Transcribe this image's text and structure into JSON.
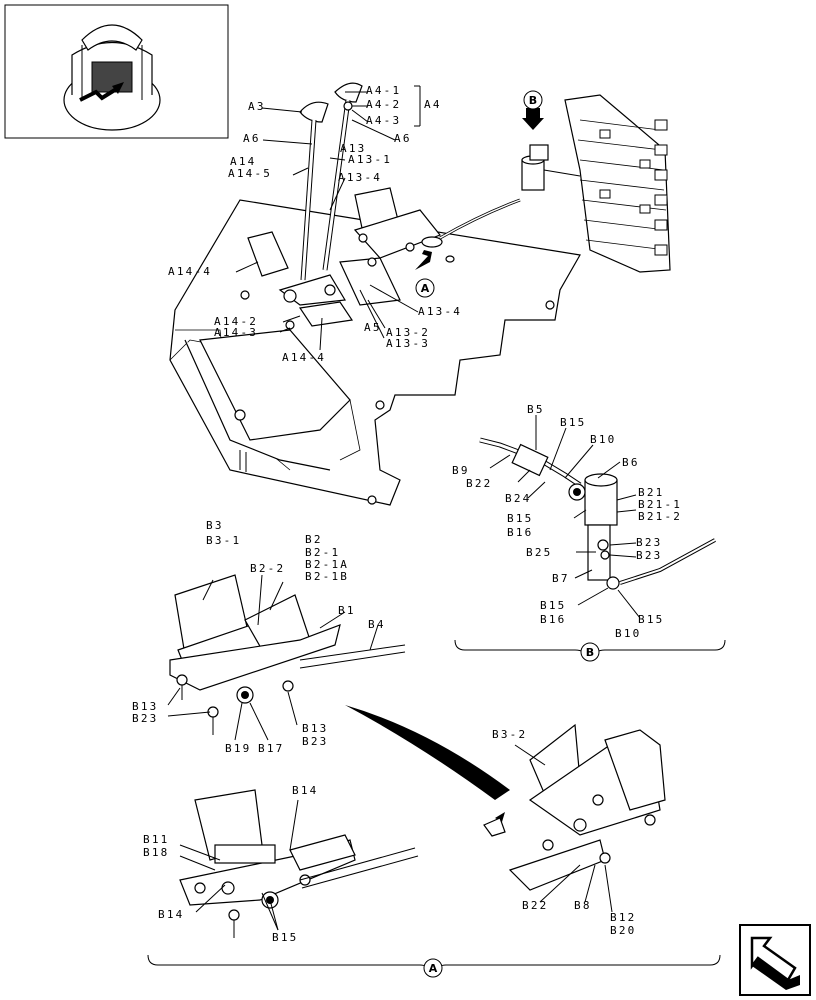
{
  "callouts": {
    "A": "A",
    "B": "B"
  },
  "labels_main": {
    "A3": "A3",
    "A6a": "A6",
    "A6b": "A6",
    "A14": "A14",
    "A14_5": "A14-5",
    "A4_1": "A4-1",
    "A4_2": "A4-2",
    "A4": "A4",
    "A4_3": "A4-3",
    "A13": "A13",
    "A13_1": "A13-1",
    "A13_4a": "A13-4",
    "A14_4a": "A14-4",
    "A13_4b": "A13-4",
    "A14_2": "A14-2",
    "A14_3": "A14-3",
    "A5": "A5",
    "A13_2": "A13-2",
    "A13_3": "A13-3",
    "A14_4b": "A14-4"
  },
  "labels_b": {
    "B5": "B5",
    "B15a": "B15",
    "B10a": "B10",
    "B9": "B9",
    "B22": "B22",
    "B6": "B6",
    "B24": "B24",
    "B21": "B21",
    "B21_1": "B21-1",
    "B21_2": "B21-2",
    "B15b": "B15",
    "B16a": "B16",
    "B23a": "B23",
    "B25": "B25",
    "B23b": "B23",
    "B7": "B7",
    "B15c": "B15",
    "B16b": "B16",
    "B15d": "B15",
    "B10b": "B10"
  },
  "labels_a": {
    "B3": "B3",
    "B3_1": "B3-1",
    "B2": "B2",
    "B2_1": "B2-1",
    "B2_2": "B2-2",
    "B2_1A": "B2-1A",
    "B2_1B": "B2-1B",
    "B1": "B1",
    "B4": "B4",
    "B13a": "B13",
    "B23c": "B23",
    "B19": "B19",
    "B17": "B17",
    "B13b": "B13",
    "B23d": "B23",
    "B3_2": "B3-2",
    "B14a": "B14",
    "B11": "B11",
    "B18": "B18",
    "B14b": "B14",
    "B15e": "B15",
    "B22b": "B22",
    "B8": "B8",
    "B12": "B12",
    "B20": "B20"
  }
}
